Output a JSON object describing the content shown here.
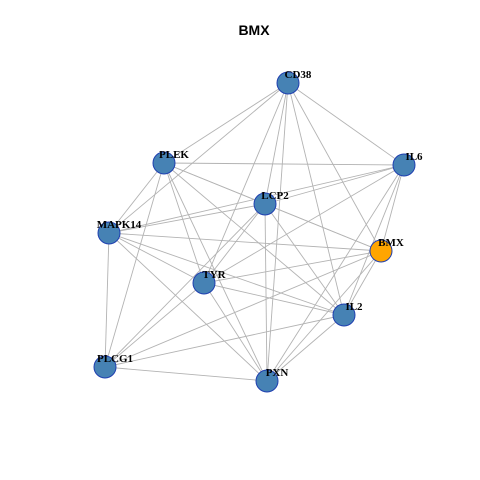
{
  "title": "BMX",
  "colors": {
    "default_node": "#4682b4",
    "highlight_node": "#ffa500",
    "node_border": "#1f3fb0",
    "edge": "#b3b3b3"
  },
  "nodes": [
    {
      "id": "CD38",
      "label": "CD38",
      "highlight": false
    },
    {
      "id": "PLEK",
      "label": "PLEK",
      "highlight": false
    },
    {
      "id": "IL6",
      "label": "IL6",
      "highlight": false
    },
    {
      "id": "LCP2",
      "label": "LCP2",
      "highlight": false
    },
    {
      "id": "MAPK14",
      "label": "MAPK14",
      "highlight": false
    },
    {
      "id": "BMX",
      "label": "BMX",
      "highlight": true
    },
    {
      "id": "TYR",
      "label": "TYR",
      "highlight": false
    },
    {
      "id": "IL2",
      "label": "IL2",
      "highlight": false
    },
    {
      "id": "PLCG1",
      "label": "PLCG1",
      "highlight": false
    },
    {
      "id": "PXN",
      "label": "PXN",
      "highlight": false
    }
  ],
  "edges": [
    [
      "CD38",
      "PLEK"
    ],
    [
      "CD38",
      "MAPK14"
    ],
    [
      "CD38",
      "LCP2"
    ],
    [
      "CD38",
      "TYR"
    ],
    [
      "CD38",
      "IL6"
    ],
    [
      "CD38",
      "BMX"
    ],
    [
      "CD38",
      "IL2"
    ],
    [
      "CD38",
      "PXN"
    ],
    [
      "PLEK",
      "IL6"
    ],
    [
      "PLEK",
      "LCP2"
    ],
    [
      "PLEK",
      "BMX"
    ],
    [
      "PLEK",
      "TYR"
    ],
    [
      "PLEK",
      "IL2"
    ],
    [
      "PLEK",
      "PLCG1"
    ],
    [
      "PLEK",
      "PXN"
    ],
    [
      "PLEK",
      "MAPK14"
    ],
    [
      "IL6",
      "LCP2"
    ],
    [
      "IL6",
      "MAPK14"
    ],
    [
      "IL6",
      "TYR"
    ],
    [
      "IL6",
      "BMX"
    ],
    [
      "IL6",
      "IL2"
    ],
    [
      "IL6",
      "PXN"
    ],
    [
      "LCP2",
      "MAPK14"
    ],
    [
      "LCP2",
      "BMX"
    ],
    [
      "LCP2",
      "TYR"
    ],
    [
      "LCP2",
      "IL2"
    ],
    [
      "LCP2",
      "PXN"
    ],
    [
      "LCP2",
      "PLCG1"
    ],
    [
      "MAPK14",
      "BMX"
    ],
    [
      "MAPK14",
      "TYR"
    ],
    [
      "MAPK14",
      "IL2"
    ],
    [
      "MAPK14",
      "PLCG1"
    ],
    [
      "MAPK14",
      "PXN"
    ],
    [
      "BMX",
      "TYR"
    ],
    [
      "BMX",
      "IL2"
    ],
    [
      "BMX",
      "PXN"
    ],
    [
      "BMX",
      "PLCG1"
    ],
    [
      "TYR",
      "IL2"
    ],
    [
      "TYR",
      "PXN"
    ],
    [
      "TYR",
      "PLCG1"
    ],
    [
      "IL2",
      "PXN"
    ],
    [
      "IL2",
      "PLCG1"
    ],
    [
      "PLCG1",
      "PXN"
    ]
  ]
}
